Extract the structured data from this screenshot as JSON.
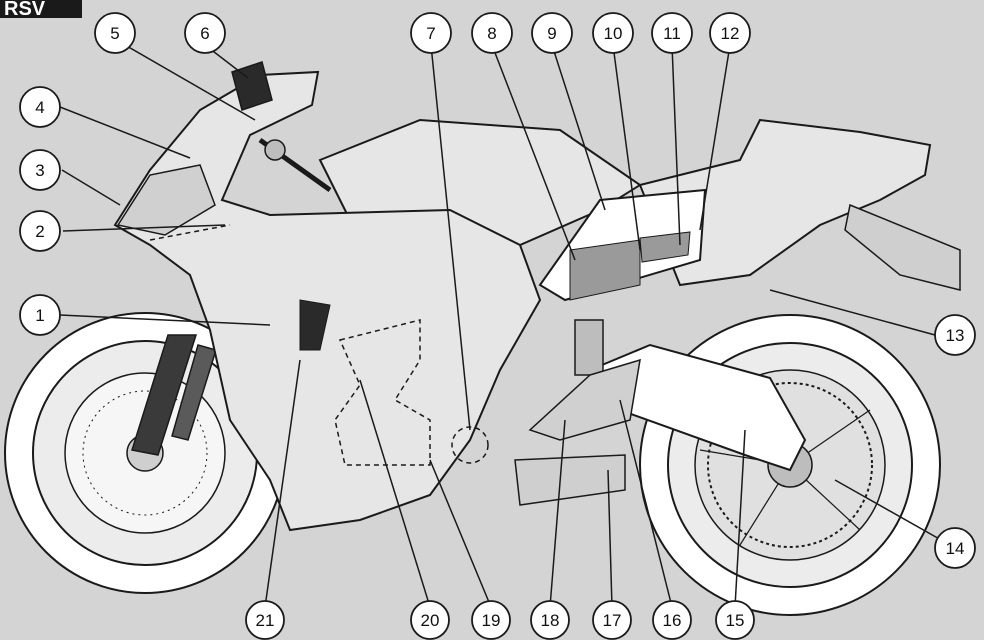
{
  "badge": {
    "text": "RSV"
  },
  "callouts": [
    "1",
    "2",
    "3",
    "4",
    "5",
    "6",
    "7",
    "8",
    "9",
    "10",
    "11",
    "12",
    "13",
    "14",
    "15",
    "16",
    "17",
    "18",
    "19",
    "20",
    "21"
  ],
  "colors": {
    "background": "#d4d4d4",
    "body_panel": "#e6e6e6",
    "dark_part": "#2a2a2a",
    "outline": "#1a1a1a",
    "white_part": "#ffffff"
  }
}
